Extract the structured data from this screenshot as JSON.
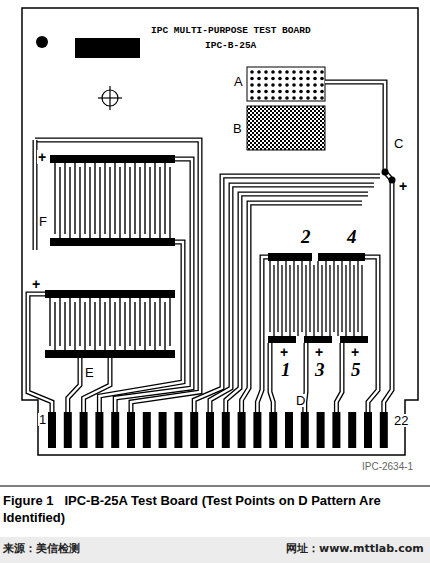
{
  "diagram": {
    "caption": "Figure 1   IPC-B-25A Test Board (Test Points on D Pattern Are Identified)",
    "labels": [
      "IPC MULTI-PURPOSE TEST BOARD",
      "IPC-B-25A",
      "A",
      "B",
      "C",
      "+",
      "+",
      "F",
      "+",
      "E",
      "2",
      "4",
      "+",
      "+",
      "+",
      "1",
      "3",
      "5",
      "D",
      "1",
      "22",
      "IPC-2634-1",
      "来源：美信检测",
      "网址：www.mttlab.com"
    ]
  }
}
